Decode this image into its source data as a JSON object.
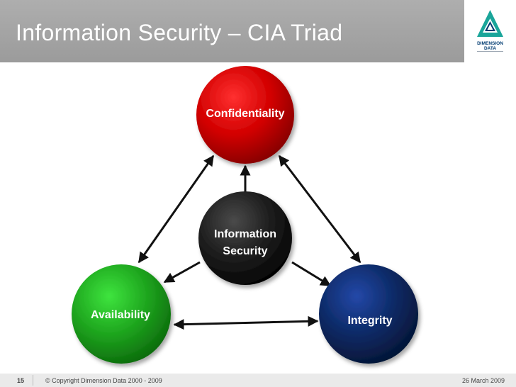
{
  "slide": {
    "title": "Information Security – CIA Triad",
    "slide_number": "15",
    "copyright": "© Copyright Dimension Data 2000 - 2009",
    "date": "26 March 2009"
  },
  "logo": {
    "line1": "DIMENSION",
    "line2": "DATA",
    "icon": "triangle-logo-icon"
  },
  "diagram": {
    "nodes": {
      "center": {
        "line1": "Information",
        "line2": "Security",
        "color": "#1e1e1e"
      },
      "top": {
        "label": "Confidentiality",
        "color": "#c00000"
      },
      "left": {
        "label": "Availability",
        "color": "#1ea51e"
      },
      "right": {
        "label": "Integrity",
        "color": "#0c2a66"
      }
    },
    "arrow_color": "#111111"
  },
  "colors": {
    "header": "#a6a6a6",
    "logo_teal": "#1aa59a",
    "logo_navy": "#003b71"
  }
}
